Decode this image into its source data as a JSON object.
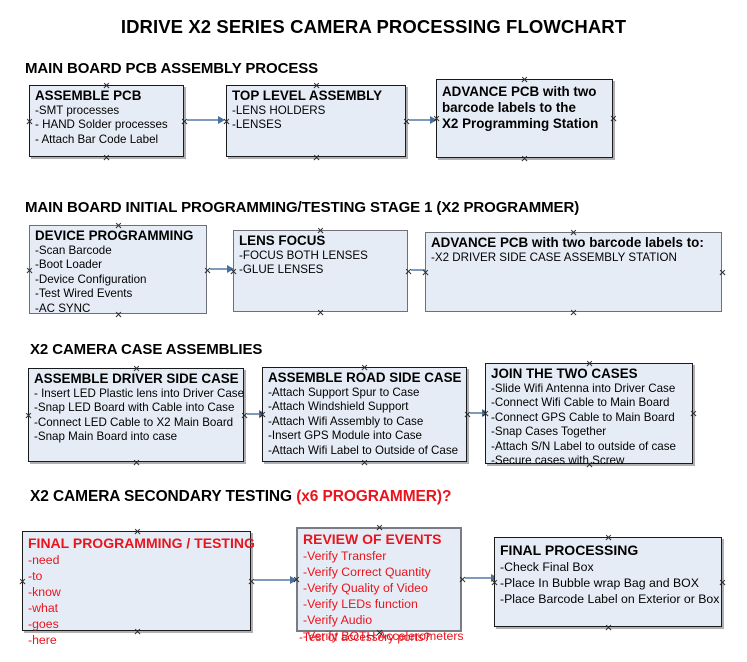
{
  "document": {
    "title": "IDRIVE X2  SERIES CAMERA PROCESSING FLOWCHART",
    "accent_color": "#e8141e",
    "box_fill": "#e6ecf5",
    "box_border": "#1a1a1a",
    "arrow_color": "#7f9bbc"
  },
  "sections": [
    {
      "id": "main-board-pcb-assembly",
      "heading": "MAIN BOARD PCB ASSEMBLY PROCESS",
      "heading_accent": "",
      "boxes": [
        {
          "id": "assemble-pcb",
          "title": "ASSEMBLE PCB",
          "lines": [
            "-SMT processes",
            "- HAND Solder processes",
            "- Attach Bar Code Label"
          ]
        },
        {
          "id": "top-level-assembly",
          "title": "TOP LEVEL ASSEMBLY",
          "lines": [
            "-LENS HOLDERS",
            "-LENSES"
          ]
        },
        {
          "id": "advance-pcb-to-x2-programming-station",
          "title": "ADVANCE PCB with two barcode labels to the  X2 Programming Station",
          "title_lines": [
            "ADVANCE PCB with two",
            "barcode labels to the",
            " X2 Programming Station"
          ],
          "lines": []
        }
      ]
    },
    {
      "id": "main-board-initial-programming",
      "heading": "MAIN BOARD INITIAL PROGRAMMING/TESTING STAGE 1 (X2 PROGRAMMER)",
      "heading_accent": "",
      "boxes": [
        {
          "id": "device-programming",
          "title": "DEVICE PROGRAMMING",
          "lines": [
            "-Scan Barcode",
            "-Boot Loader",
            "-Device Configuration",
            "-Test Wired Events",
            "-AC SYNC"
          ]
        },
        {
          "id": "lens-focus",
          "title": "LENS FOCUS",
          "lines": [
            "-FOCUS BOTH LENSES",
            "-GLUE LENSES"
          ]
        },
        {
          "id": "advance-pcb-to-driver-side-case-station",
          "title": "ADVANCE PCB with two barcode labels to:",
          "lines": [
            "-X2 DRIVER  SIDE  CASE  ASSEMBLY STATION"
          ]
        }
      ]
    },
    {
      "id": "x2-camera-case-assemblies",
      "heading": "X2 CAMERA CASE ASSEMBLIES",
      "heading_accent": "",
      "boxes": [
        {
          "id": "assemble-driver-side-case",
          "title": "ASSEMBLE DRIVER SIDE CASE",
          "lines": [
            "- Insert LED Plastic lens into Driver Case",
            "-Snap LED Board with Cable into Case",
            "-Connect LED Cable to X2 Main Board",
            "-Snap Main Board into case"
          ]
        },
        {
          "id": "assemble-road-side-case",
          "title": "ASSEMBLE ROAD SIDE CASE",
          "lines": [
            "-Attach Support Spur to Case",
            "-Attach Windshield Support",
            "-Attach Wifi Assembly to Case",
            "-Insert GPS Module into Case",
            "-Attach Wifi Label to Outside of Case"
          ]
        },
        {
          "id": "join-the-two-cases",
          "title": "JOIN THE TWO CASES",
          "lines": [
            "-Slide Wifi Antenna into Driver Case",
            "-Connect Wifi Cable to Main Board",
            "-Connect GPS Cable to Main Board",
            "-Snap Cases Together",
            "-Attach S/N Label to outside of case",
            "-Secure cases with Screw"
          ]
        }
      ]
    },
    {
      "id": "x2-camera-secondary-testing",
      "heading": "X2 CAMERA SECONDARY TESTING ",
      "heading_accent": "(x6 PROGRAMMER)?",
      "boxes": [
        {
          "id": "final-programming-testing",
          "title": "FINAL PROGRAMMING / TESTING",
          "lines": [
            "-need",
            "-to",
            "-know",
            "-what",
            "-goes",
            "-here"
          ]
        },
        {
          "id": "review-of-events",
          "title": "REVIEW OF EVENTS",
          "lines": [
            "-Verify Transfer",
            "-Verify Correct Quantity",
            "-Verify Quality of Video",
            "-Verify LEDs function",
            "-Verify Audio",
            "-Verify BOTH Accelerometers"
          ],
          "overflow_line": "-Test of accessory ports?"
        },
        {
          "id": "final-processing",
          "title": "FINAL PROCESSING",
          "lines": [
            " -Check Final Box",
            "-Place In Bubble wrap Bag and BOX",
            "-Place Barcode Label on Exterior or Box"
          ]
        }
      ]
    }
  ]
}
